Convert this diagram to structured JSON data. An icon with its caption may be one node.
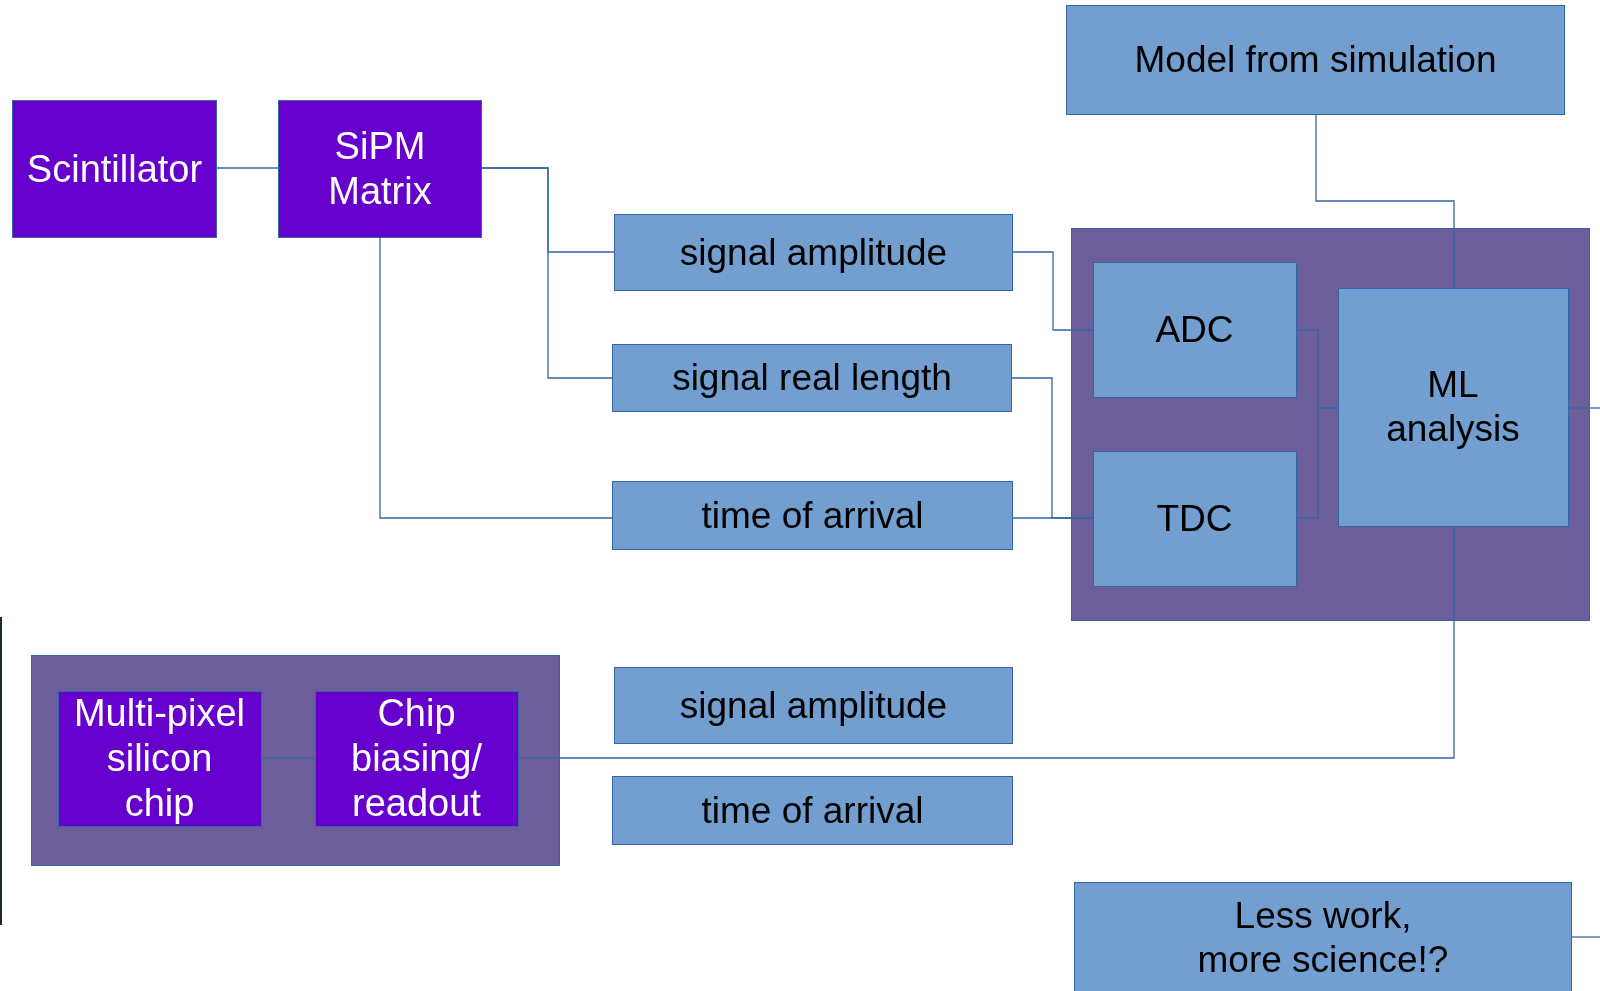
{
  "diagram": {
    "nodes": [
      {
        "text": [
          "Model from simulation"
        ]
      },
      {
        "text": [
          "Scintillator"
        ]
      },
      {
        "text": [
          "SiPM Matrix"
        ]
      },
      {
        "text": [
          "signal amplitude"
        ]
      },
      {
        "text": [
          "signal real length"
        ]
      },
      {
        "text": [
          "time of arrival"
        ]
      },
      {
        "text": [],
        "shape": "box"
      },
      {
        "text": [
          "ADC"
        ],
        "in": 6
      },
      {
        "text": [
          "TDC"
        ],
        "in": 6
      },
      {
        "text": [
          "ML analysis"
        ],
        "in": 6
      },
      {
        "text": [],
        "shape": "box"
      },
      {
        "text": [
          "Multi-pixel silicon chip"
        ],
        "in": 10
      },
      {
        "text": [
          "Chip biasing/ readout"
        ],
        "in": 10
      },
      {
        "text": [
          "signal amplitude"
        ]
      },
      {
        "text": [
          "time of arrival"
        ]
      },
      {
        "text": [
          "Less work, more science!?"
        ]
      }
    ],
    "edges": [
      {
        "from": 1,
        "to": 2,
        "arrow": "none"
      },
      {
        "from": 2,
        "to": 3,
        "arrow": "none"
      },
      {
        "from": 2,
        "to": 4,
        "arrow": "none"
      },
      {
        "from": 2,
        "to": 5,
        "arrow": "none"
      },
      {
        "from": 3,
        "to": 7,
        "arrow": "none"
      },
      {
        "from": 4,
        "to": 8,
        "arrow": "none"
      },
      {
        "from": 5,
        "to": 8,
        "arrow": "none"
      },
      {
        "from": 7,
        "to": 9,
        "arrow": "none"
      },
      {
        "from": 8,
        "to": 9,
        "arrow": "none"
      },
      {
        "from": 0,
        "to": 9,
        "arrow": "none"
      },
      {
        "from": 9,
        "to": 12,
        "arrow": "none"
      },
      {
        "from": 11,
        "to": 12,
        "arrow": "none"
      },
      {
        "from": 9,
        "to": null,
        "arrow": "none"
      },
      {
        "from": 15,
        "to": null,
        "arrow": "none"
      }
    ]
  }
}
